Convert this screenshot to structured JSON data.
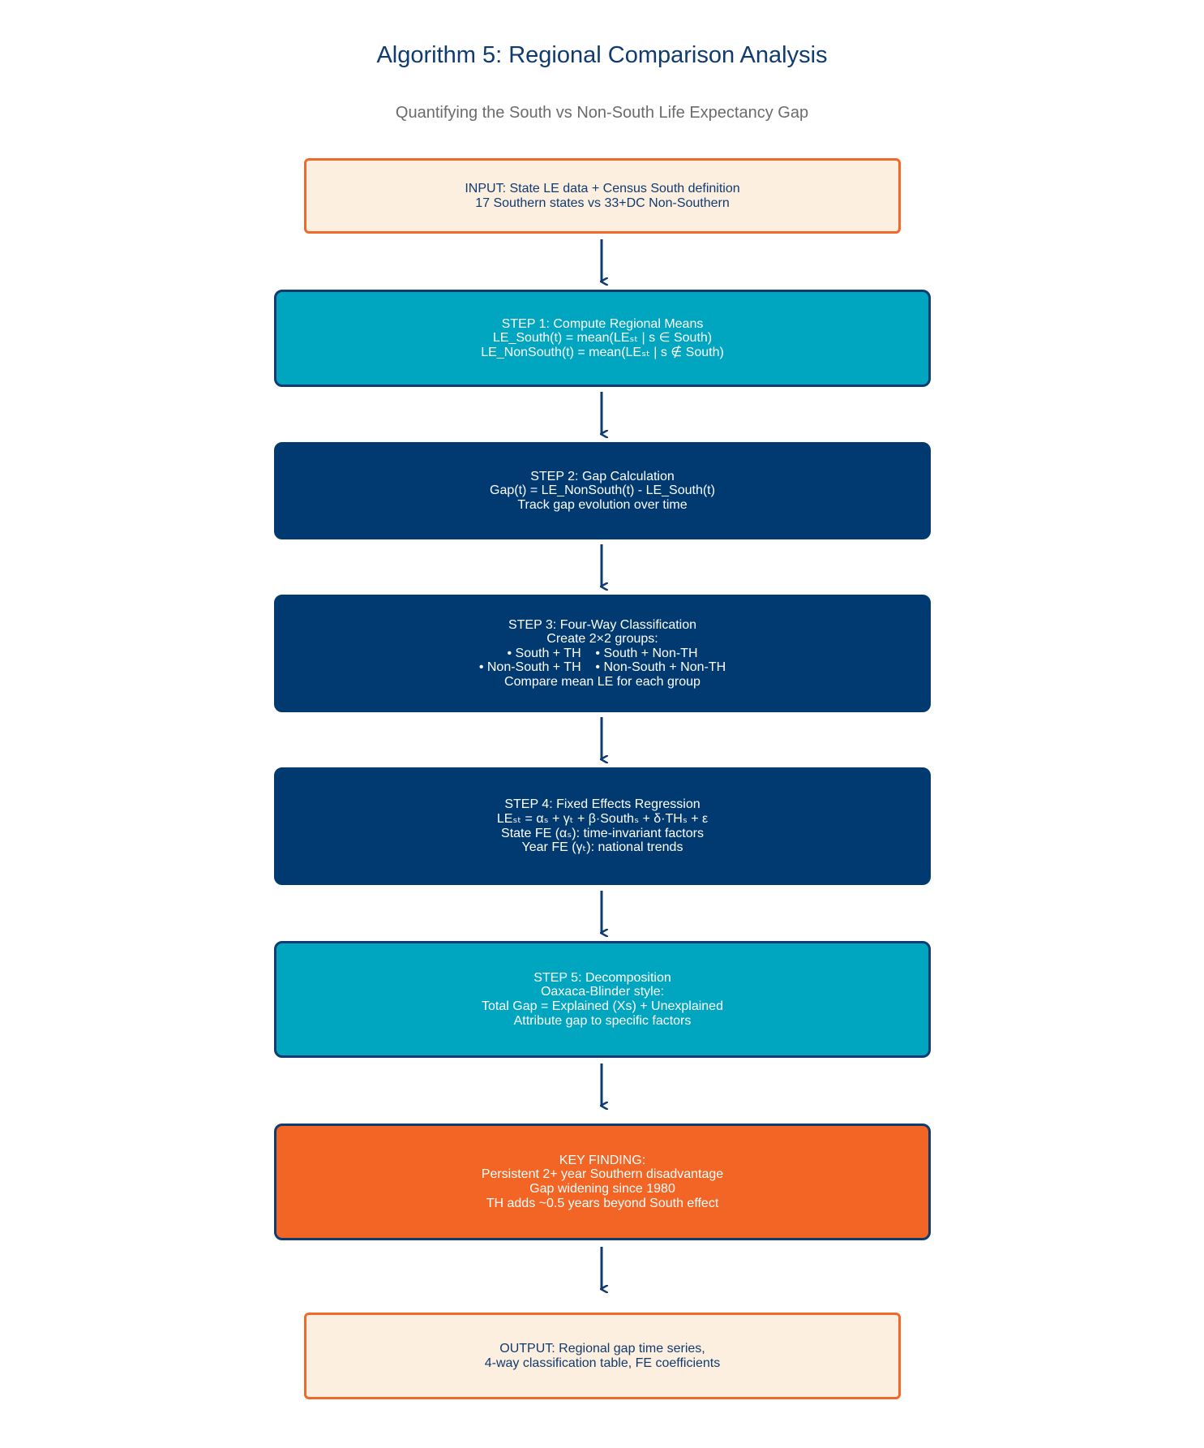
{
  "title": "Algorithm 5: Regional Comparison Analysis",
  "subtitle": "Quantifying the South vs Non-South Life Expectancy Gap",
  "colors": {
    "navy": "#003a71",
    "teal": "#00a6c0",
    "orange": "#f26524",
    "cream": "#fdefdf",
    "orange_border": "#f0692b"
  },
  "boxes": [
    {
      "id": "input",
      "style": "io",
      "lines": [
        "INPUT: State LE data + Census South definition",
        "17 Southern states vs 33+DC Non-Southern"
      ]
    },
    {
      "id": "step1",
      "style": "teal",
      "lines": [
        "STEP 1: Compute Regional Means",
        "LE_South(t) = mean(LEₛₜ | s ∈ South)",
        "LE_NonSouth(t) = mean(LEₛₜ | s ∉ South)"
      ]
    },
    {
      "id": "step2",
      "style": "navy",
      "lines": [
        "STEP 2: Gap Calculation",
        "Gap(t) = LE_NonSouth(t) - LE_South(t)",
        "Track gap evolution over time"
      ]
    },
    {
      "id": "step3",
      "style": "navy",
      "lines": [
        "STEP 3: Four-Way Classification",
        "Create 2×2 groups:",
        "• South + TH    • South + Non-TH",
        "• Non-South + TH    • Non-South + Non-TH",
        "Compare mean LE for each group"
      ]
    },
    {
      "id": "step4",
      "style": "navy",
      "lines": [
        "STEP 4: Fixed Effects Regression",
        "LEₛₜ = αₛ + γₜ + β·Southₛ + δ·THₛ + ε",
        "State FE (αₛ): time-invariant factors",
        "Year FE (γₜ): national trends"
      ]
    },
    {
      "id": "step5",
      "style": "teal",
      "lines": [
        "STEP 5: Decomposition",
        "Oaxaca-Blinder style:",
        "Total Gap = Explained (Xs) + Unexplained",
        "Attribute gap to specific factors"
      ]
    },
    {
      "id": "finding",
      "style": "orange",
      "lines": [
        "KEY FINDING:",
        "Persistent 2+ year Southern disadvantage",
        "Gap widening since 1980",
        "TH adds ~0.5 years beyond South effect"
      ]
    },
    {
      "id": "output",
      "style": "io",
      "lines": [
        "OUTPUT: Regional gap time series,",
        "4-way classification table, FE coefficients"
      ]
    }
  ]
}
